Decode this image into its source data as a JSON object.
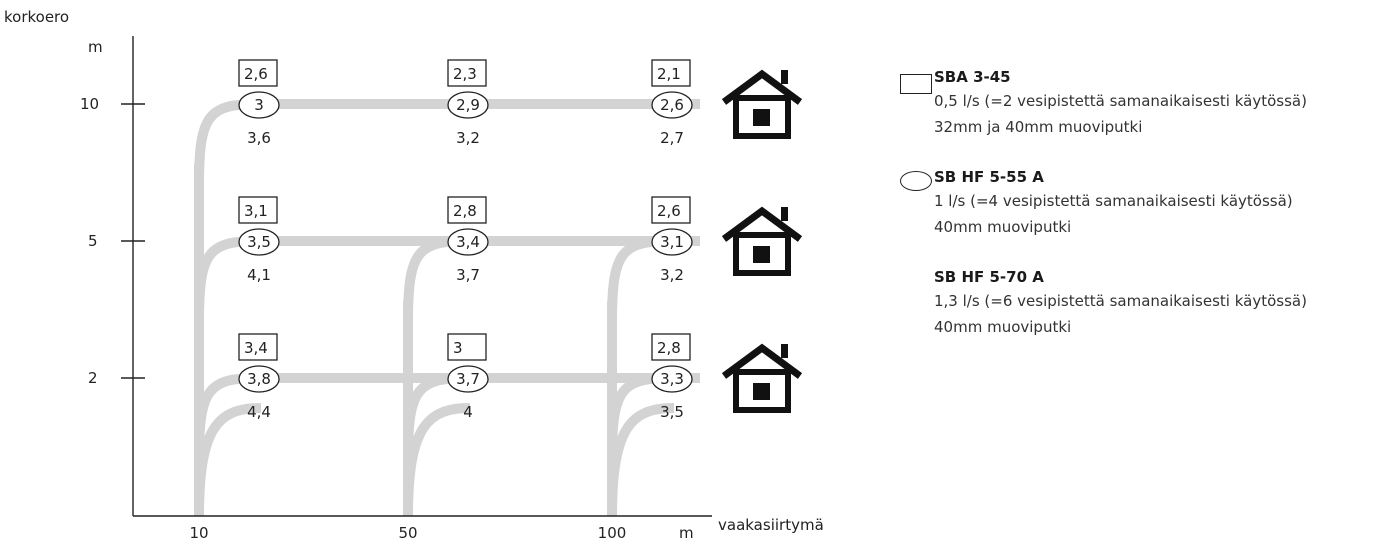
{
  "chart_data": {
    "type": "table",
    "title": "",
    "y_axis": {
      "title": "korkoero",
      "unit": "m",
      "ticks": [
        "10",
        "5",
        "2"
      ]
    },
    "x_axis": {
      "title": "vaakasiirtymä",
      "unit": "m",
      "ticks": [
        "10",
        "50",
        "100"
      ]
    },
    "rows": [
      {
        "height": "10",
        "cells": [
          {
            "distance": "10",
            "sba_3_45": "2,6",
            "sb_hf_5_55_a": "3",
            "sb_hf_5_70_a": "3,6"
          },
          {
            "distance": "50",
            "sba_3_45": "2,3",
            "sb_hf_5_55_a": "2,9",
            "sb_hf_5_70_a": "3,2"
          },
          {
            "distance": "100",
            "sba_3_45": "2,1",
            "sb_hf_5_55_a": "2,6",
            "sb_hf_5_70_a": "2,7"
          }
        ]
      },
      {
        "height": "5",
        "cells": [
          {
            "distance": "10",
            "sba_3_45": "3,1",
            "sb_hf_5_55_a": "3,5",
            "sb_hf_5_70_a": "4,1"
          },
          {
            "distance": "50",
            "sba_3_45": "2,8",
            "sb_hf_5_55_a": "3,4",
            "sb_hf_5_70_a": "3,7"
          },
          {
            "distance": "100",
            "sba_3_45": "2,6",
            "sb_hf_5_55_a": "3,1",
            "sb_hf_5_70_a": "3,2"
          }
        ]
      },
      {
        "height": "2",
        "cells": [
          {
            "distance": "10",
            "sba_3_45": "3,4",
            "sb_hf_5_55_a": "3,8",
            "sb_hf_5_70_a": "4,4"
          },
          {
            "distance": "50",
            "sba_3_45": "3",
            "sb_hf_5_55_a": "3,7",
            "sb_hf_5_70_a": "4"
          },
          {
            "distance": "100",
            "sba_3_45": "2,8",
            "sb_hf_5_55_a": "3,3",
            "sb_hf_5_70_a": "3,5"
          }
        ]
      }
    ],
    "colors": {
      "pipe": "#d3d3d3",
      "axis": "#222222",
      "house": "#111111"
    }
  },
  "legend": [
    {
      "symbol": "rectangle",
      "title": "SBA 3-45",
      "lines": [
        "0,5 l/s (=2 vesipistettä samanaikaisesti käytössä)",
        "32mm ja 40mm muoviputki"
      ]
    },
    {
      "symbol": "ellipse",
      "title": "SB HF 5-55 A",
      "lines": [
        "1 l/s (=4 vesipistettä samanaikaisesti käytössä)",
        "40mm muoviputki"
      ]
    },
    {
      "symbol": "none",
      "title": "SB HF 5-70 A",
      "lines": [
        "1,3 l/s (=6 vesipistettä samanaikaisesti käytössä)",
        "40mm muoviputki"
      ]
    }
  ]
}
